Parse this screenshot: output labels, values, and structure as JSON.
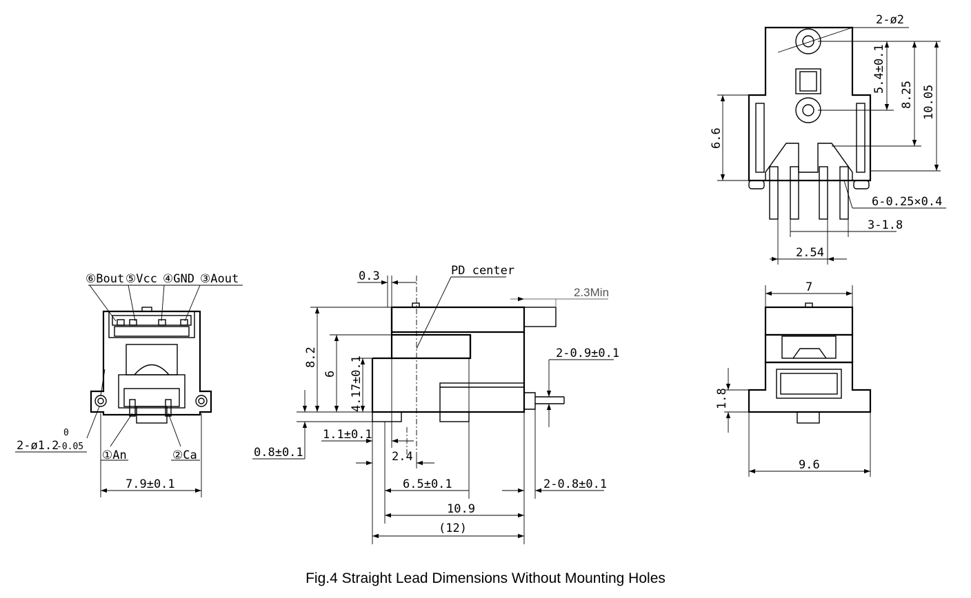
{
  "caption": "Fig.4 Straight Lead Dimensions Without Mounting Holes",
  "front_view": {
    "pin_labels": [
      "⑥Bout",
      "⑤Vcc",
      "④GND",
      "③Aout",
      "①An",
      "②Ca"
    ],
    "hole_label": "2-ø1.2",
    "hole_tol_upper": "0",
    "hole_tol_lower": "-0.05",
    "width_dim": "7.9±0.1"
  },
  "side_view": {
    "d_03": "0.3",
    "pd_center": "PD center",
    "d_23min": "2.3Min",
    "d_82": "8.2",
    "d_6": "6",
    "d_417": "4.17±0.1",
    "d_09": "2-0.9±0.1",
    "d_08": "0.8±0.1",
    "d_11": "1.1±0.1",
    "d_24": "2.4",
    "d_65": "6.5±0.1",
    "d_208": "2-0.8±0.1",
    "d_109": "10.9",
    "d_12": "(12)"
  },
  "top_view": {
    "d_hole": "2-ø2",
    "d_54": "5.4±0.1",
    "d_825": "8.25",
    "d_1005": "10.05",
    "d_66": "6.6",
    "d_pins": "6-0.25×0.4",
    "d_318": "3-1.8",
    "d_254": "2.54"
  },
  "bottom_view": {
    "d_7": "7",
    "d_18": "1.8",
    "d_96": "9.6"
  }
}
